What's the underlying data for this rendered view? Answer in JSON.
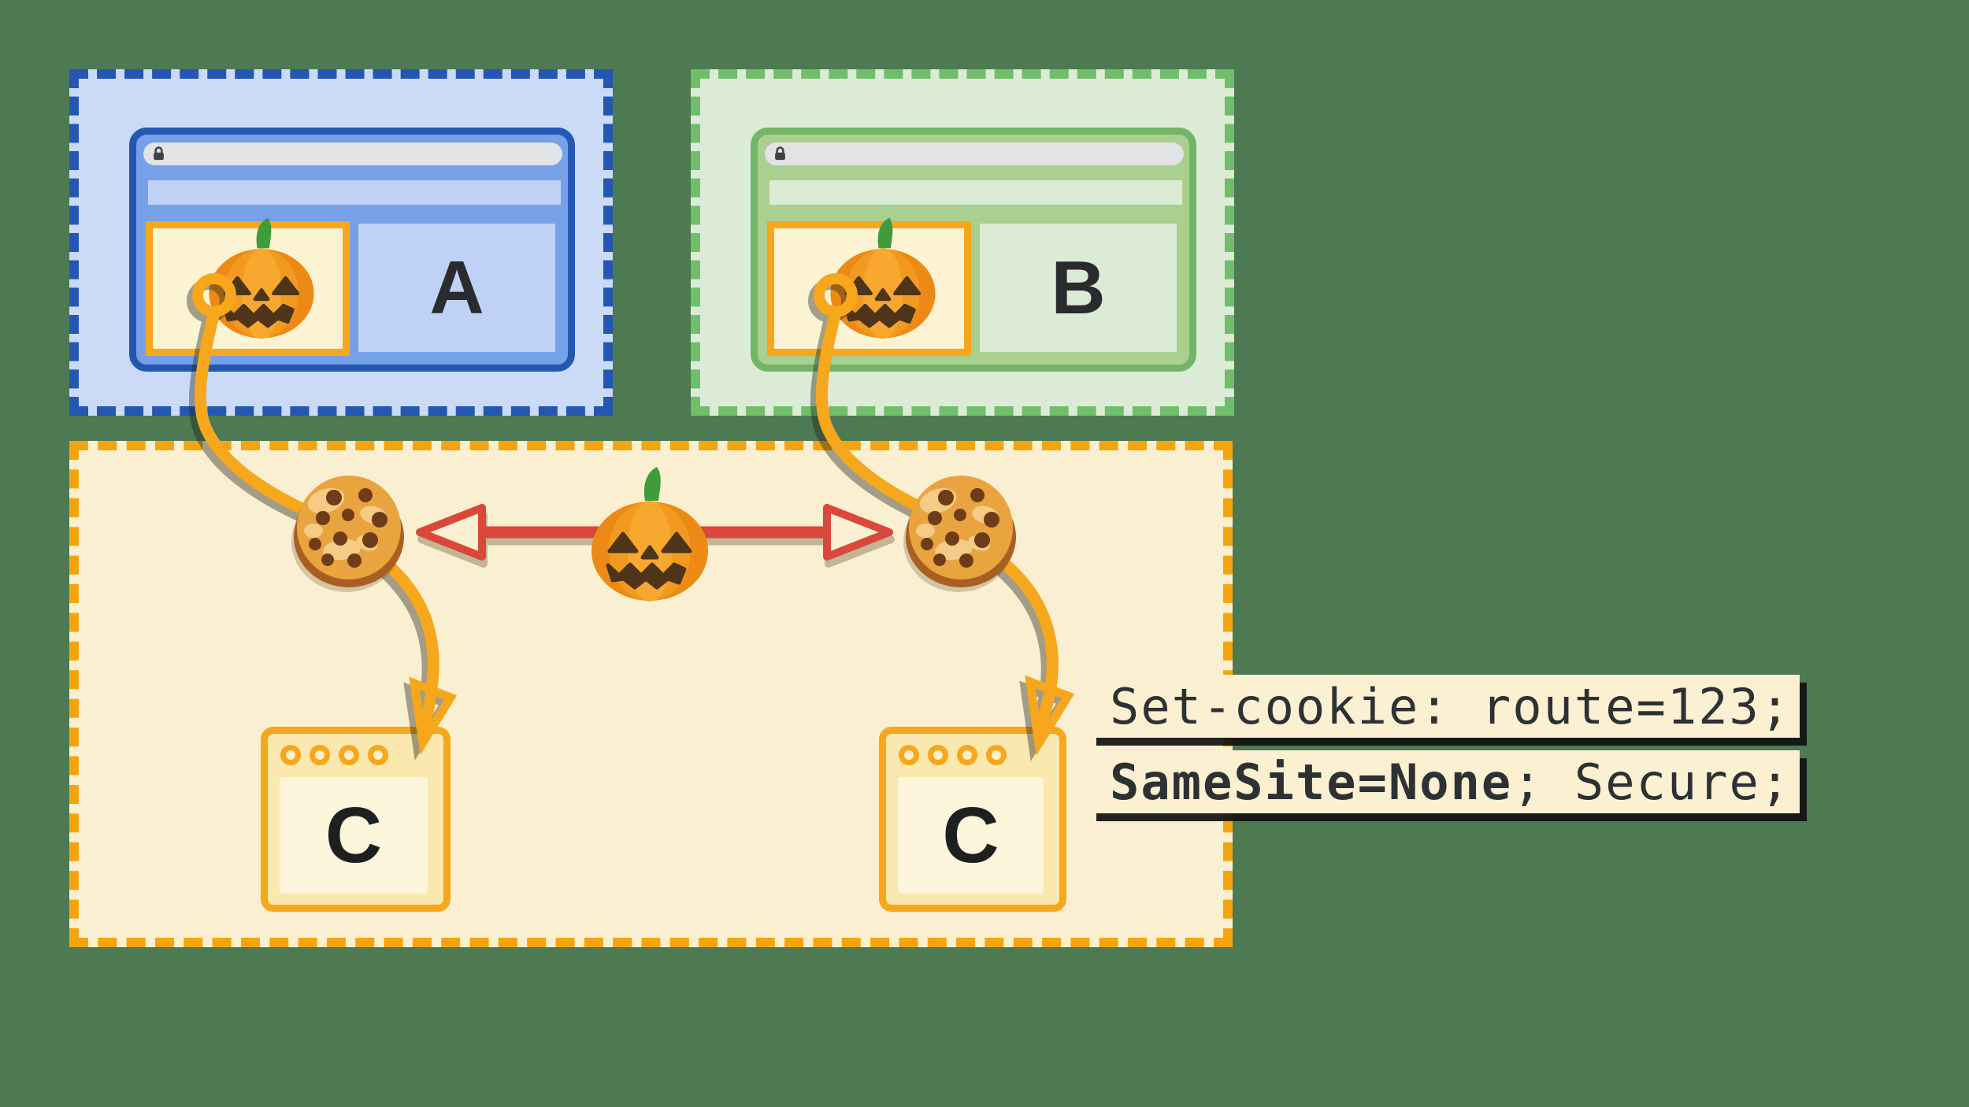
{
  "background_color": "#4D7A52",
  "palette": {
    "site_a_border": "#2357B2",
    "site_a_fill": "#CBDAF7",
    "site_a_toolbar": "#76A0E8",
    "site_a_panel": "#BFD2F6",
    "site_b_border": "#70BE69",
    "site_b_fill": "#DCEBD6",
    "site_b_toolbar": "#A9D08F",
    "site_b_panel": "#DCEBD6",
    "third_party_border": "#F5A50B",
    "third_party_fill": "#FAF0D1",
    "iframe_border": "#F6A71B",
    "iframe_fill": "#FCF3D3",
    "server_window_fill": "#FBE8AF",
    "server_window_inner": "#FDF5DC",
    "url_bar_fill": "#E2E3E5",
    "lock_color": "#3E4043",
    "red_arrow": "#D9483B",
    "curve_orange": "#F6A71B",
    "letter_color": "#2A2B2E",
    "code_box_fill": "#FBF0D2",
    "code_text_color": "#2E3134"
  },
  "browser_a": {
    "label": "A"
  },
  "browser_b": {
    "label": "B"
  },
  "third_party": {
    "server_left_label": "C",
    "server_right_label": "C"
  },
  "code_annotation": {
    "line1": "Set-cookie: route=123;",
    "line2_bold": "SameSite=None",
    "line2_rest": "; Secure;"
  },
  "icons": [
    "lock-icon",
    "pumpkin-icon",
    "cookie-icon",
    "double-arrow-icon",
    "curve-arrowhead-icon",
    "link-ring-icon",
    "window-dot-icon"
  ]
}
